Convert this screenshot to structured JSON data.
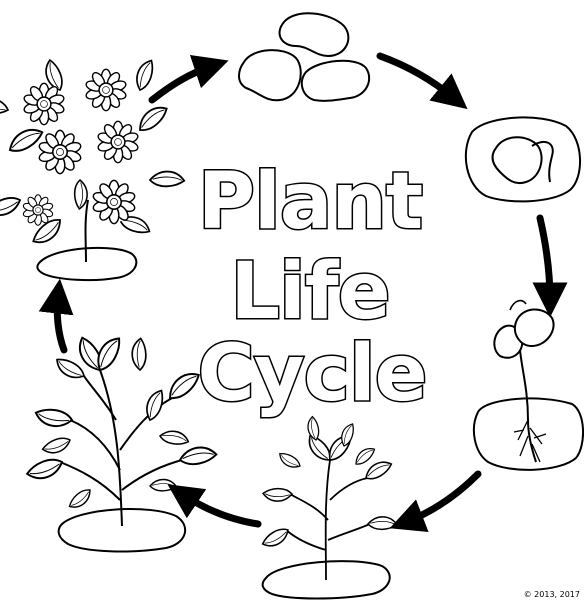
{
  "title": {
    "line1": "Plant",
    "line2": "Life",
    "line3": "Cycle"
  },
  "stages": [
    {
      "name": "seeds"
    },
    {
      "name": "germinating-seed"
    },
    {
      "name": "sprout"
    },
    {
      "name": "seedling"
    },
    {
      "name": "young-plant"
    },
    {
      "name": "flowering-plant"
    }
  ],
  "copyright": "© 2013, 2017",
  "colors": {
    "ink": "#000000",
    "paper": "#ffffff"
  }
}
